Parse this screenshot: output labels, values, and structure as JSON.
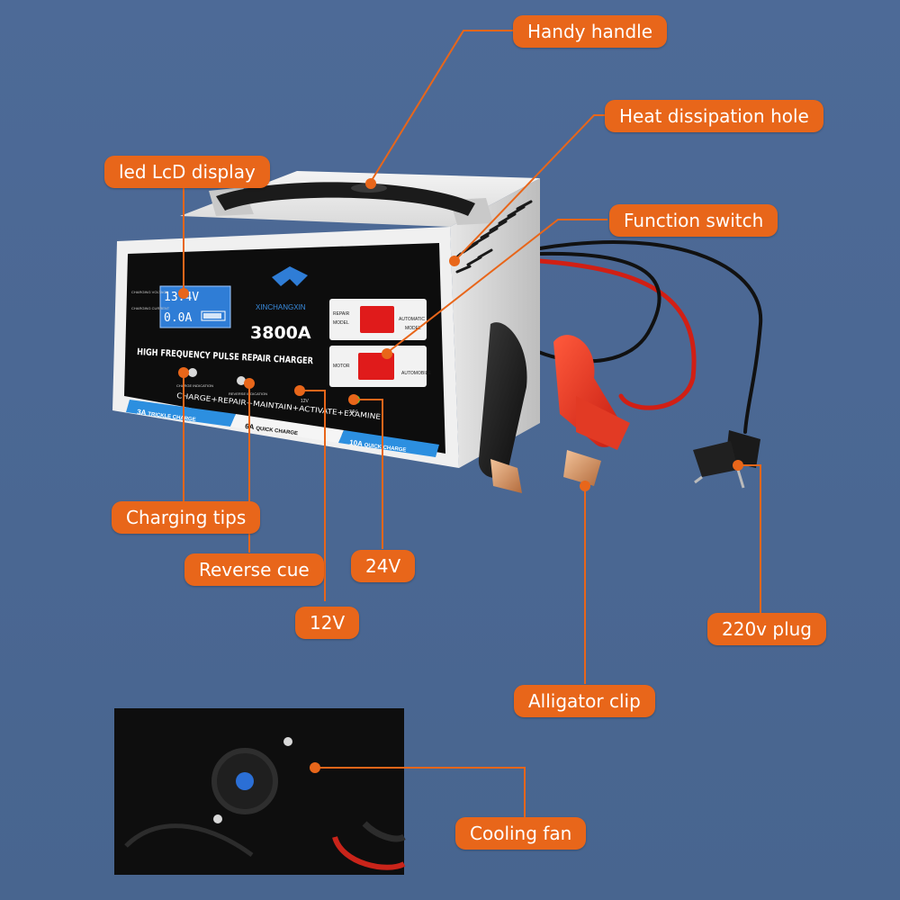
{
  "product": {
    "brand": "XINCHANGXIN",
    "model": "3800A",
    "title": "HIGH FREQUENCY PULSE REPAIR CHARGER",
    "lcd": {
      "voltage_label": "CHARGING VOLTAGE",
      "current_label": "CHARGING CURRENT",
      "voltage": "13.4V",
      "current": "0.0A"
    },
    "switches": {
      "top_left": [
        "REPAIR",
        "MODEL"
      ],
      "top_right": [
        "AUTOMATIC",
        "MODEL"
      ],
      "bottom_left": "MOTOR",
      "bottom_right": "AUTOMOBILE"
    },
    "indicators": {
      "charge": "CHARGE INDICATION",
      "reverse": "REVERSE INDICATION",
      "v12": "12V",
      "v24": "24V"
    },
    "modes_line": "CHARGE+REPAIR+MAINTAIN+ACTIVATE+EXAMINE",
    "bands": [
      {
        "amp": "3A",
        "text": "TRICKLE CHARGE"
      },
      {
        "amp": "6A",
        "text": "QUICK CHARGE"
      },
      {
        "amp": "10A",
        "text": "QUICK CHARGE"
      }
    ]
  },
  "callouts": {
    "handle": "Handy handle",
    "heat": "Heat dissipation hole",
    "lcd": "led LcD display",
    "function": "Function switch",
    "charging": "Charging tips",
    "reverse": "Reverse cue",
    "v24": "24V",
    "v12": "12V",
    "plug": "220v plug",
    "clip": "Alligator clip",
    "fan": "Cooling fan"
  },
  "colors": {
    "background": "#4a6794",
    "callout": "#e8661a",
    "lcd": "#2f7dd6",
    "switch": "#e01b1b",
    "band": "#2c8fe0"
  }
}
